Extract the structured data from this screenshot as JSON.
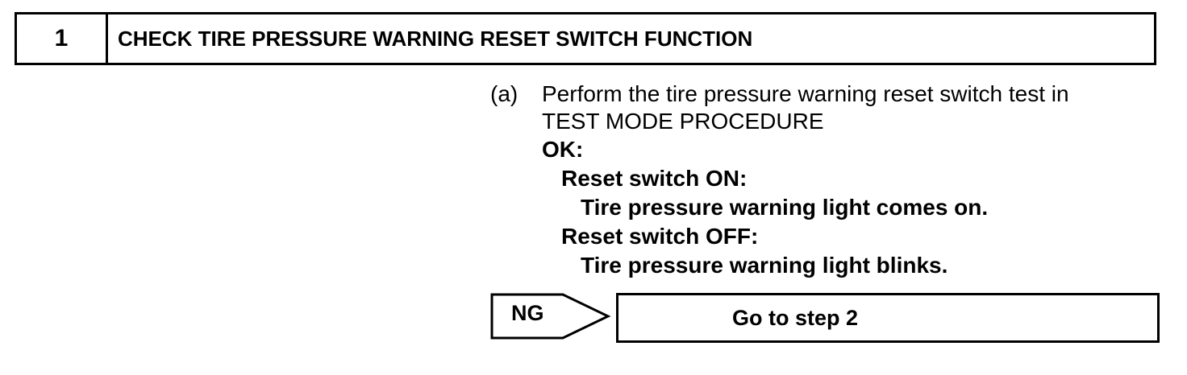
{
  "step": {
    "number": "1",
    "title": "CHECK TIRE PRESSURE WARNING RESET SWITCH FUNCTION"
  },
  "procedure": {
    "marker": "(a)",
    "instruction_line1": "Perform the tire pressure warning reset switch test in",
    "instruction_line2": "TEST MODE PROCEDURE",
    "ok_label": "OK:",
    "conditions": [
      {
        "label": "Reset switch ON:",
        "result": "Tire pressure warning light comes on."
      },
      {
        "label": "Reset switch OFF:",
        "result": "Tire pressure warning light blinks."
      }
    ]
  },
  "ng": {
    "label": "NG",
    "target": "Go to step 2"
  }
}
